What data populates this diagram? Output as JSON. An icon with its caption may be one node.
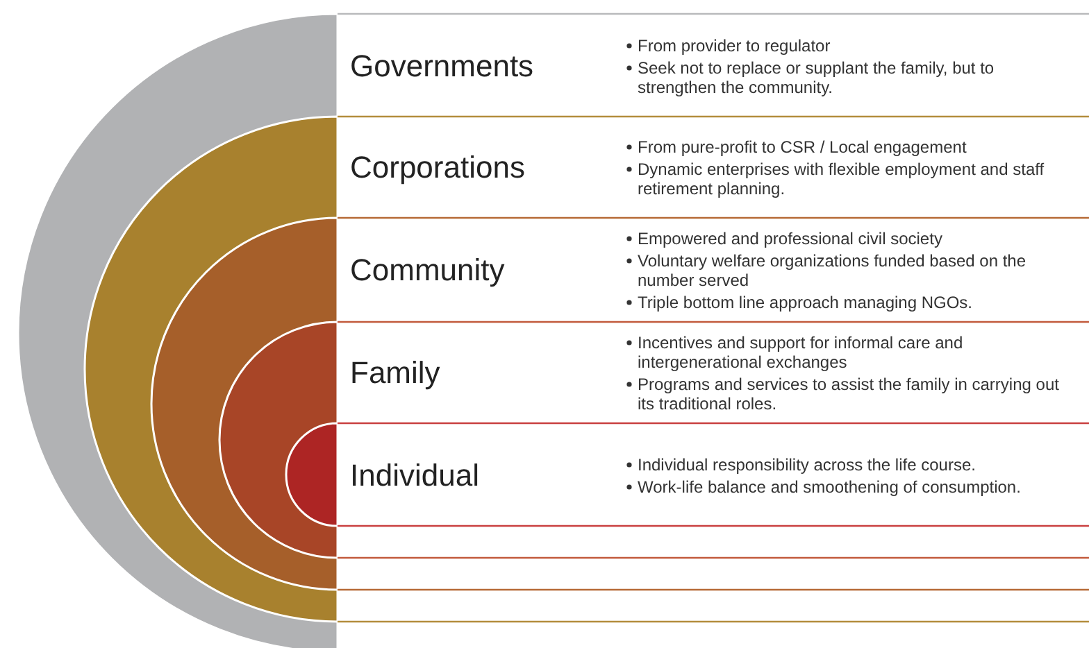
{
  "diagram": {
    "nodes": [
      {
        "text": [
          "Governments",
          "From provider to regulator",
          "Seek not to replace or supplant the family, but to strengthen the community."
        ]
      },
      {
        "text": [
          "Corporations",
          "From pure-profit to CSR / Local engagement",
          "Dynamic enterprises with flexible employment and staff retirement planning."
        ]
      },
      {
        "text": [
          "Community",
          "Empowered and professional civil society",
          "Voluntary welfare organizations funded based on the number served",
          "Triple bottom line approach managing NGOs."
        ]
      },
      {
        "text": [
          "Family",
          "Incentives and support for informal care and intergenerational exchanges",
          "Programs and services to assist the family in carrying out its traditional roles."
        ]
      },
      {
        "text": [
          "Individual",
          "Individual responsibility across the life course.",
          "Work-life balance and smoothening of consumption."
        ]
      }
    ]
  }
}
